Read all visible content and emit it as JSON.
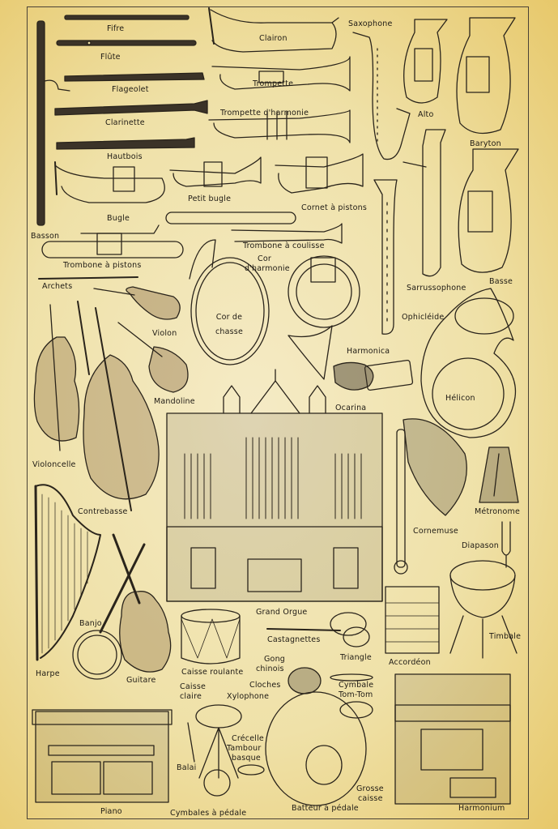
{
  "labels": {
    "fifre": "Fifre",
    "flute": "Flûte",
    "flageolet": "Flageolet",
    "clarinette": "Clarinette",
    "hautbois": "Hautbois",
    "basson": "Basson",
    "clairon": "Clairon",
    "trompette": "Trompette",
    "trompette_harmonie": "Trompette d'harmonie",
    "saxophone": "Saxophone",
    "alto": "Alto",
    "baryton": "Baryton",
    "bugle": "Bugle",
    "petit_bugle": "Petit bugle",
    "cornet_pistons": "Cornet à pistons",
    "trombone_coulisse": "Trombone à coulisse",
    "trombone_pistons": "Trombone à pistons",
    "archets": "Archets",
    "cor_harmonie_1": "Cor",
    "cor_harmonie_2": "d'harmonie",
    "sarrussophone": "Sarrussophone",
    "basse": "Basse",
    "ophicleide": "Ophicléide",
    "violon": "Violon",
    "cor_chasse_1": "Cor de",
    "cor_chasse_2": "chasse",
    "harmonica": "Harmonica",
    "mandoline": "Mandoline",
    "ocarina": "Ocarina",
    "helicon": "Hélicon",
    "violoncelle": "Violoncelle",
    "contrebasse": "Contrebasse",
    "cornemuse": "Cornemuse",
    "metronome": "Métronome",
    "diapason": "Diapason",
    "banjo": "Banjo",
    "grand_orgue": "Grand Orgue",
    "castagnettes": "Castagnettes",
    "timbale": "Timbale",
    "harpe": "Harpe",
    "guitare": "Guitare",
    "caisse_roulante": "Caisse roulante",
    "gong_1": "Gong",
    "gong_2": "chinois",
    "triangle": "Triangle",
    "accordeon": "Accordéon",
    "caisse_claire_1": "Caisse",
    "caisse_claire_2": "claire",
    "cloches": "Cloches",
    "xylophone": "Xylophone",
    "cymbale_1": "Cymbale",
    "cymbale_2": "Tom-Tom",
    "crecelle": "Crécelle",
    "tambour_1": "Tambour",
    "tambour_2": "basque",
    "balai": "Balai",
    "grosse_1": "Grosse",
    "grosse_2": "caisse",
    "piano": "Piano",
    "cymbales_pedale": "Cymbales à pédale",
    "batteur_pedale": "Batteur à pédale",
    "harmonium": "Harmonium"
  },
  "colors": {
    "ink": "#2a241b",
    "paper": "#f3e8c0",
    "edge": "#e6c66a"
  }
}
